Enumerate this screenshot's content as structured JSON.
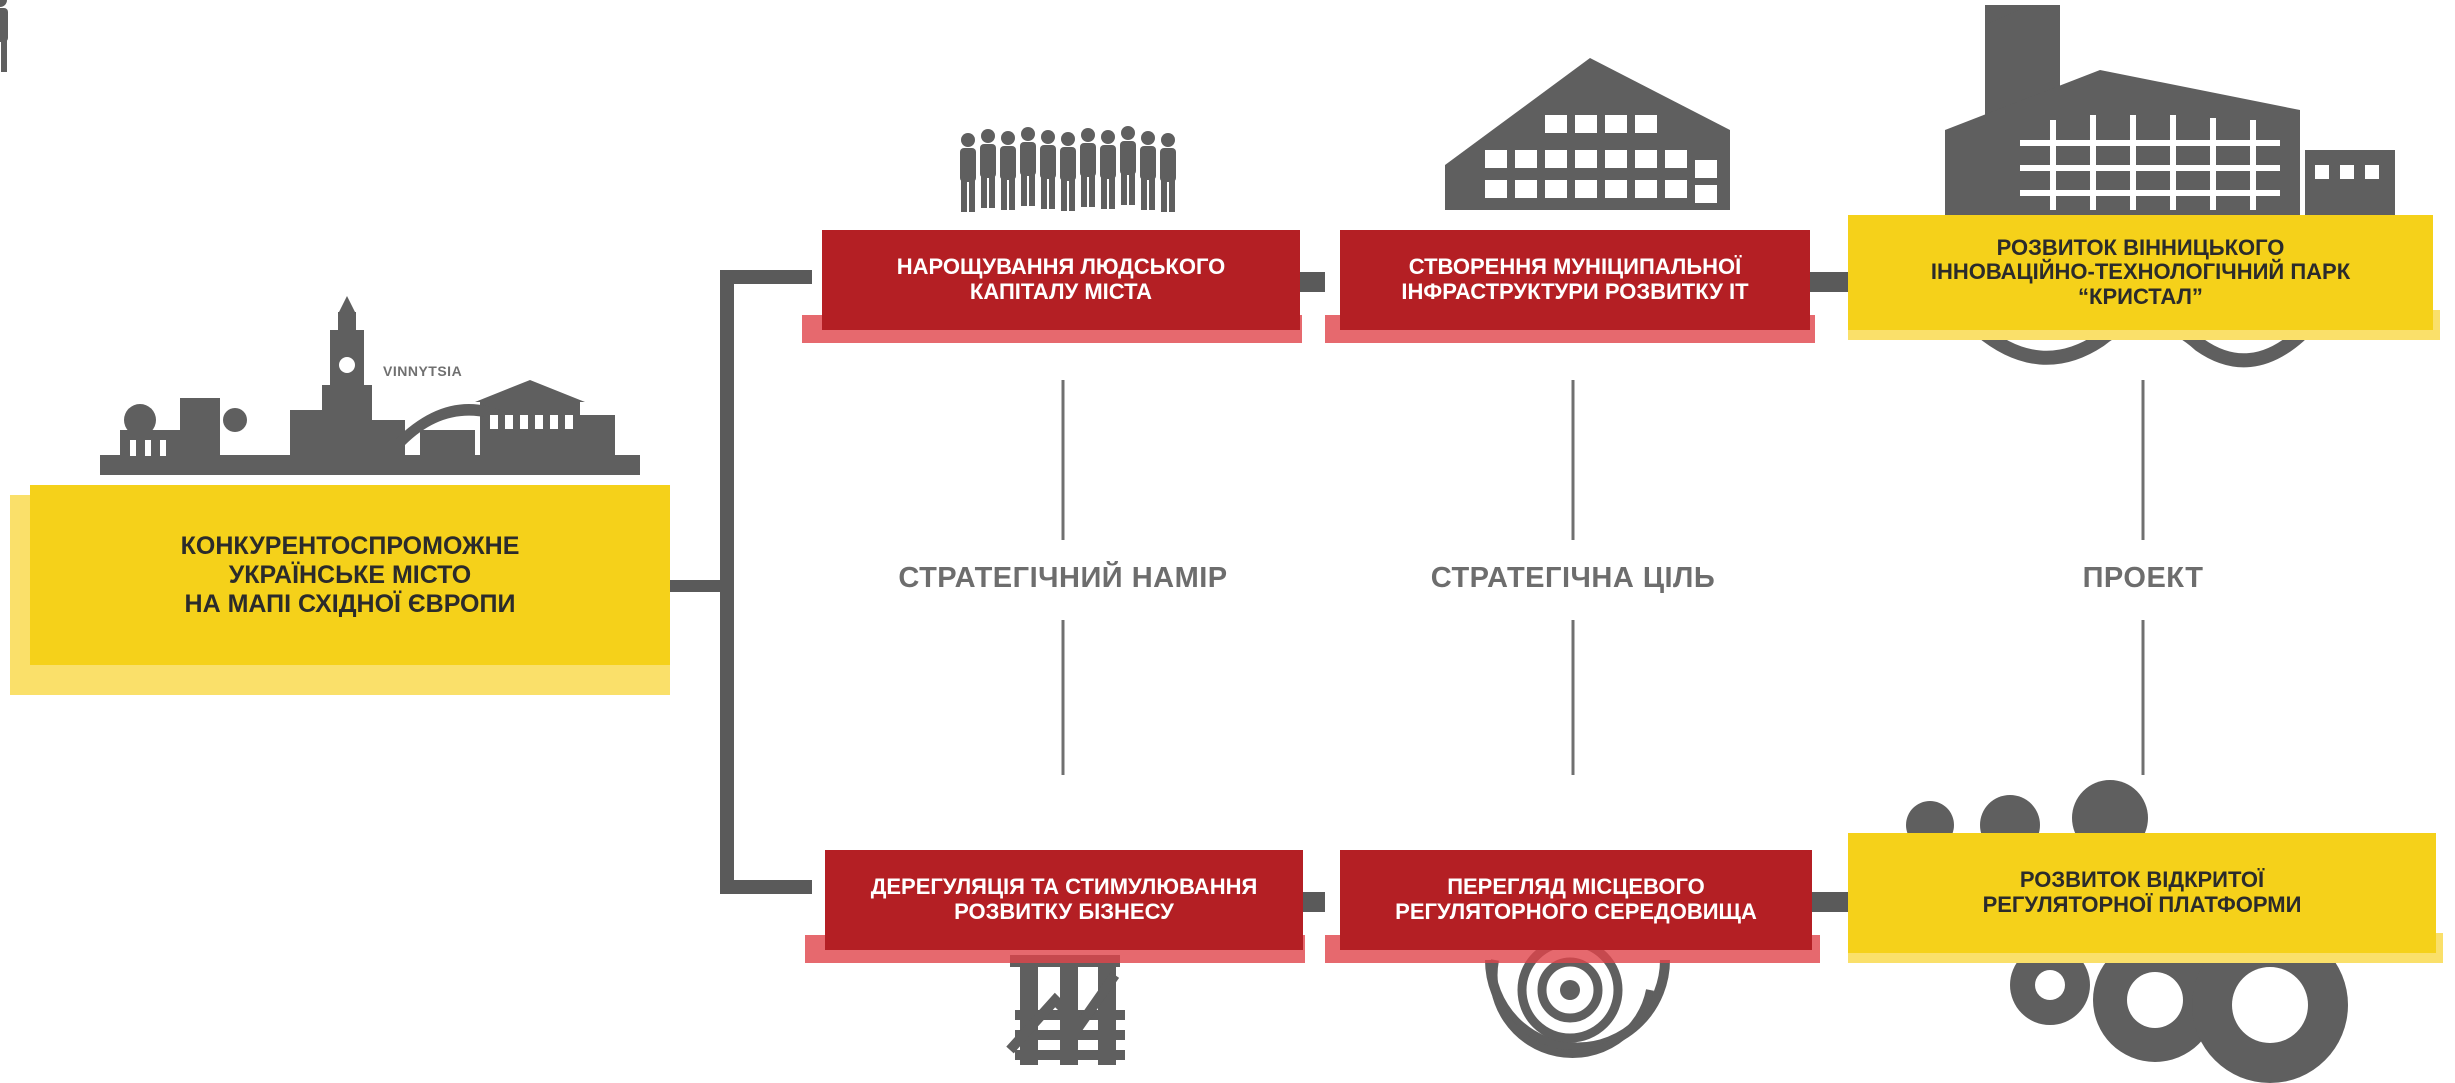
{
  "main_goal": {
    "lines": [
      "КОНКУРЕНТОСПРОМОЖНЕ",
      "УКРАЇНСЬКЕ МІСТО",
      "НА МАПІ СХІДНОЇ ЄВРОПИ"
    ],
    "city_label": "VINNYTSIA"
  },
  "columns": {
    "intent": "СТРАТЕГІЧНИЙ НАМІР",
    "goal": "СТРАТЕГІЧНА ЦІЛЬ",
    "project": "ПРОЕКТ"
  },
  "top_row": {
    "intent": [
      "НАРОЩУВАННЯ ЛЮДСЬКОГО",
      "КАПІТАЛУ МІСТА"
    ],
    "goal": [
      "СТВОРЕННЯ МУНІЦИПАЛЬНОЇ",
      "ІНФРАСТРУКТУРИ РОЗВИТКУ ІТ"
    ],
    "project": [
      "РОЗВИТОК ВІННИЦЬКОГО",
      "ІННОВАЦІЙНО-ТЕХНОЛОГІЧНИЙ ПАРК",
      "“КРИСТАЛ”"
    ]
  },
  "bottom_row": {
    "intent": [
      "ДЕРЕГУЛЯЦІЯ ТА СТИМУЛЮВАННЯ",
      "РОЗВИТКУ БІЗНЕСУ"
    ],
    "goal": [
      "ПЕРЕГЛЯД МІСЦЕВОГО",
      "РЕГУЛЯТОРНОГО СЕРЕДОВИЩА"
    ],
    "project": [
      "РОЗВИТОК ВІДКРИТОЇ",
      "РЕГУЛЯТОРНОЇ ПЛАТФОРМИ"
    ]
  },
  "colors": {
    "red": "#b41f24",
    "red_light": "#e0444a",
    "yellow": "#f5d11a",
    "yellow_light": "#fae06a",
    "connector": "#5a5a5a",
    "icon_gray": "#5f5f5f"
  },
  "icons": [
    "city-skyline",
    "people-group",
    "office-building",
    "tech-park-buildings",
    "growth-chart",
    "target-eye",
    "gears"
  ]
}
